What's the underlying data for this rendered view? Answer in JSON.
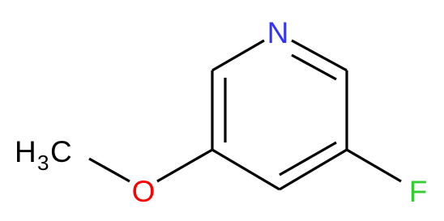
{
  "molecule": {
    "atoms": {
      "nitrogen": "N",
      "oxygen": "O",
      "fluorine": "F",
      "methyl_h": "H",
      "methyl_sub": "3",
      "methyl_c": "C"
    },
    "colors": {
      "bond": "#000000",
      "nitrogen": "#3333ff",
      "oxygen": "#ff0000",
      "fluorine": "#33cc33",
      "carbon_label": "#000000"
    }
  }
}
